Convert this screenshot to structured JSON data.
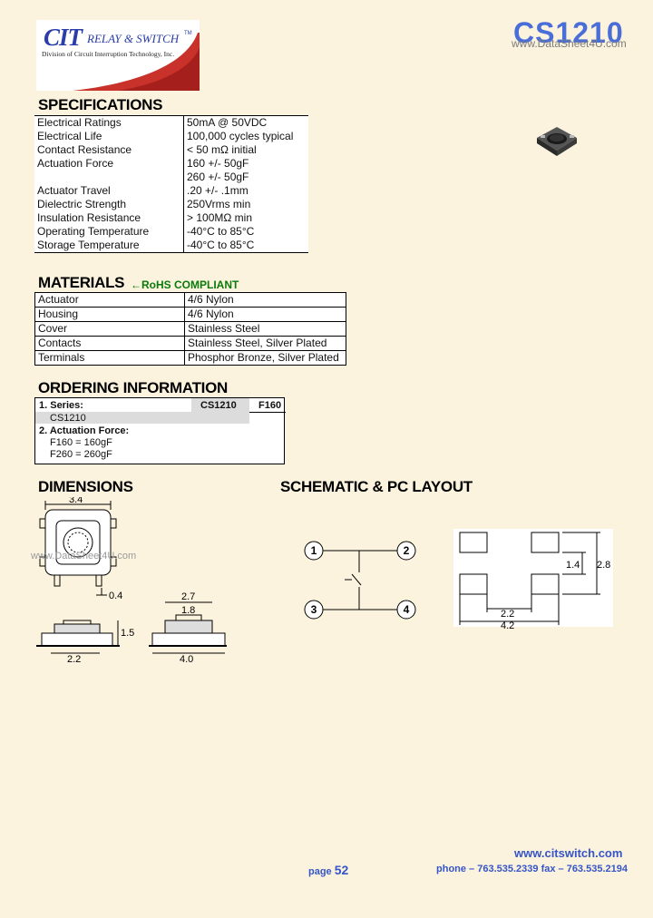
{
  "header": {
    "logo_text": "CIT",
    "logo_sub": "RELAY & SWITCH",
    "logo_tm": "TM",
    "division": "Division of Circuit Interruption Technology, Inc.",
    "part_number": "CS1210",
    "watermark": "www.DataSheet4U.com"
  },
  "specifications": {
    "heading": "SPECIFICATIONS",
    "rows": [
      {
        "label": "Electrical Ratings",
        "value": "50mA @ 50VDC"
      },
      {
        "label": "Electrical Life",
        "value": "100,000 cycles typical"
      },
      {
        "label": "Contact Resistance",
        "value": "< 50 mΩ initial"
      },
      {
        "label": "Actuation Force",
        "value": "160 +/- 50gF"
      },
      {
        "label": "",
        "value": "260 +/- 50gF"
      },
      {
        "label": "Actuator Travel",
        "value": ".20 +/- .1mm"
      },
      {
        "label": "Dielectric Strength",
        "value": "250Vrms min"
      },
      {
        "label": "Insulation Resistance",
        "value": "> 100MΩ min"
      },
      {
        "label": "Operating Temperature",
        "value": "-40°C  to  85°C"
      },
      {
        "label": "Storage Temperature",
        "value": "-40°C  to  85°C"
      }
    ]
  },
  "materials": {
    "heading": "MATERIALS",
    "rohs": "←RoHS COMPLIANT",
    "rows": [
      {
        "label": "Actuator",
        "value": "4/6 Nylon"
      },
      {
        "label": "Housing",
        "value": "4/6 Nylon"
      },
      {
        "label": "Cover",
        "value": "Stainless Steel"
      },
      {
        "label": "Contacts",
        "value": "Stainless Steel, Silver Plated"
      },
      {
        "label": "Terminals",
        "value": "Phosphor Bronze, Silver Plated"
      }
    ]
  },
  "ordering": {
    "heading": "ORDERING INFORMATION",
    "series_label": "1. Series:",
    "series_code": "CS1210",
    "force_code": "F160",
    "series_option": "CS1210",
    "force_label": "2. Actuation Force:",
    "force_options": [
      "F160 = 160gF",
      "F260 = 260gF"
    ]
  },
  "dimensions": {
    "heading": "DIMENSIONS",
    "labels": {
      "top_width": "3.4",
      "pin": "0.4",
      "height": "1.5",
      "base_width": "2.2",
      "cap_width": "2.7",
      "cap_inner": "1.8",
      "total_width": "4.0"
    }
  },
  "schematic": {
    "heading": "SCHEMATIC  &  PC LAYOUT",
    "pins": [
      "1",
      "2",
      "3",
      "4"
    ],
    "layout_labels": {
      "pad_gap": "1.4",
      "height": "2.8",
      "inner_width": "2.2",
      "outer_width": "4.2"
    }
  },
  "footer": {
    "url": "www.citswitch.com",
    "page_label": "page",
    "page_number": "52",
    "phone": "phone – 763.535.2339   fax – 763.535.2194"
  }
}
